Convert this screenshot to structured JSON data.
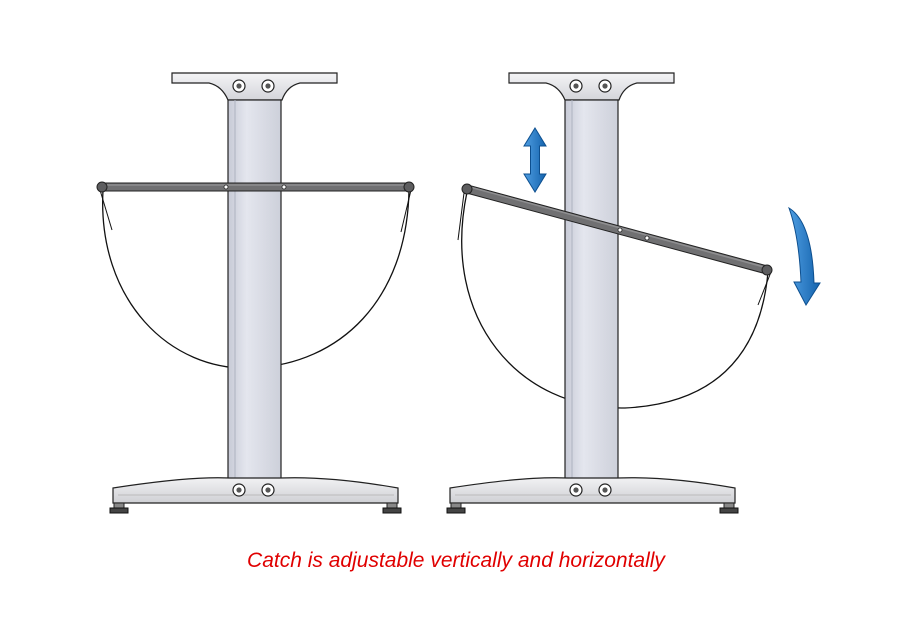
{
  "caption": "Catch is adjustable vertically and horizontally",
  "colors": {
    "caption": "#e00000",
    "arrow": "#1f78c8",
    "column": "#d9dce6",
    "bar": "#6e6e70",
    "outline": "#111111"
  },
  "figures": [
    {
      "name": "stand-level-catch",
      "catch": "level"
    },
    {
      "name": "stand-tilted-catch",
      "catch": "tilted",
      "arrows": [
        "vertical-double-arrow-icon",
        "curved-down-arrow-icon"
      ]
    }
  ]
}
